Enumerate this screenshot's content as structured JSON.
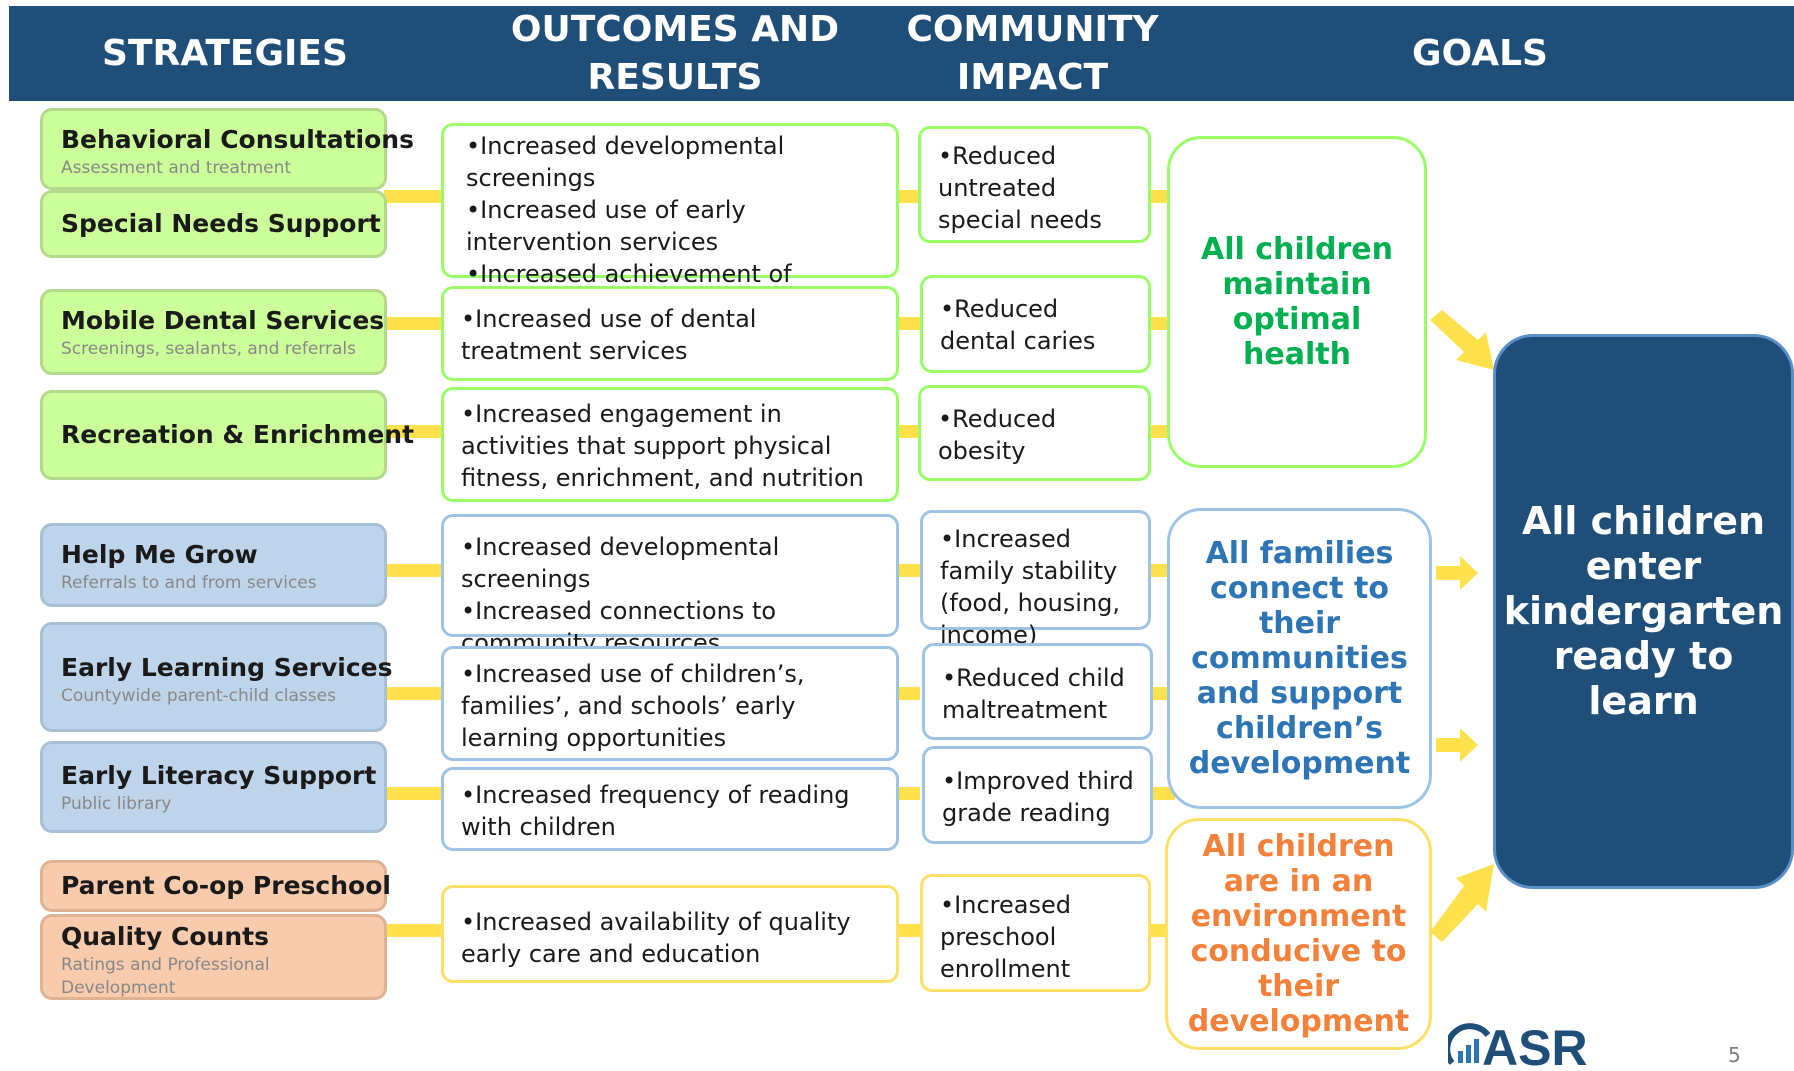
{
  "headers": {
    "strategies": "STRATEGIES",
    "outcomes_line1": "OUTCOMES AND",
    "outcomes_line2": "RESULTS",
    "impact_line1": "COMMUNITY",
    "impact_line2": "IMPACT",
    "goals": "GOALS"
  },
  "strategies": [
    {
      "name": "Behavioral Consultations",
      "sub": "Assessment and treatment"
    },
    {
      "name": "Special Needs Support"
    },
    {
      "name": "Mobile Dental Services",
      "sub": "Screenings, sealants, and referrals"
    },
    {
      "name": "Recreation & Enrichment"
    },
    {
      "name": "Help Me Grow",
      "sub": "Referrals to and from services"
    },
    {
      "name": "Early Learning Services",
      "sub": "Countywide parent-child classes"
    },
    {
      "name": "Early Literacy Support",
      "sub": "Public library"
    },
    {
      "name": "Parent Co-op Preschool"
    },
    {
      "name": "Quality Counts",
      "sub": "Ratings and Professional Development"
    }
  ],
  "outcomes": [
    [
      "•Increased developmental screenings",
      "•Increased use of early intervention services",
      "•Increased achievement of developmental milestones"
    ],
    [
      "•Increased use of dental treatment services"
    ],
    [
      "•Increased engagement in activities that support physical fitness, enrichment, and nutrition"
    ],
    [
      "•Increased developmental screenings",
      "•Increased connections to community resources"
    ],
    [
      "•Increased use of children’s, families’, and schools’ early learning opportunities"
    ],
    [
      "•Increased frequency of reading with children"
    ],
    [
      "•Increased availability of quality early care and education"
    ]
  ],
  "impacts": [
    "•Reduced untreated special needs",
    "•Reduced dental caries",
    "•Reduced obesity",
    "•Increased family stability (food, housing, income)",
    "•Reduced child maltreatment",
    "•Improved third grade reading",
    "•Increased preschool enrollment"
  ],
  "goals": [
    {
      "text": "All children maintain optimal health",
      "color": "#00b050"
    },
    {
      "text": "All families connect to their communities and support children’s development",
      "color": "#2e75b6"
    },
    {
      "text": "All children are in an environment conducive to their development",
      "color": "#f4813a"
    }
  ],
  "final_goal": "All children enter kindergarten ready to learn",
  "logo_text": "ASR",
  "page_number": "5",
  "colors": {
    "header": "#1f4e79",
    "connector": "#ffe14d",
    "green_fill": "#ccff99",
    "blue_fill": "#bdd4ea",
    "orange_fill": "#f8cbad"
  }
}
